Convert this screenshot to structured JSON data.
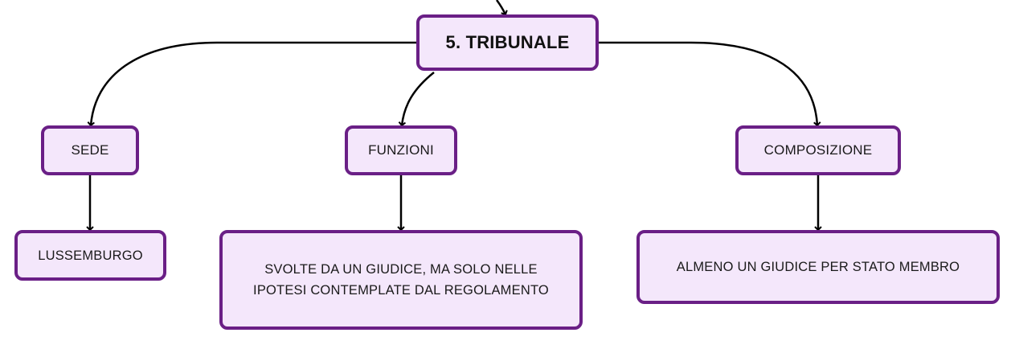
{
  "colors": {
    "node_fill": "#f4e7fb",
    "node_border": "#6a1f86",
    "edge": "#000000"
  },
  "root": {
    "label": "5. TRIBUNALE"
  },
  "branches": [
    {
      "label": "SEDE",
      "child": {
        "lines": [
          "LUSSEMBURGO"
        ]
      }
    },
    {
      "label": "FUNZIONI",
      "child": {
        "lines": [
          "SVOLTE DA UN GIUDICE, MA SOLO NELLE",
          "IPOTESI CONTEMPLATE DAL REGOLAMENTO"
        ]
      }
    },
    {
      "label": "COMPOSIZIONE",
      "child": {
        "lines": [
          "ALMENO UN GIUDICE PER STATO MEMBRO"
        ]
      }
    }
  ]
}
